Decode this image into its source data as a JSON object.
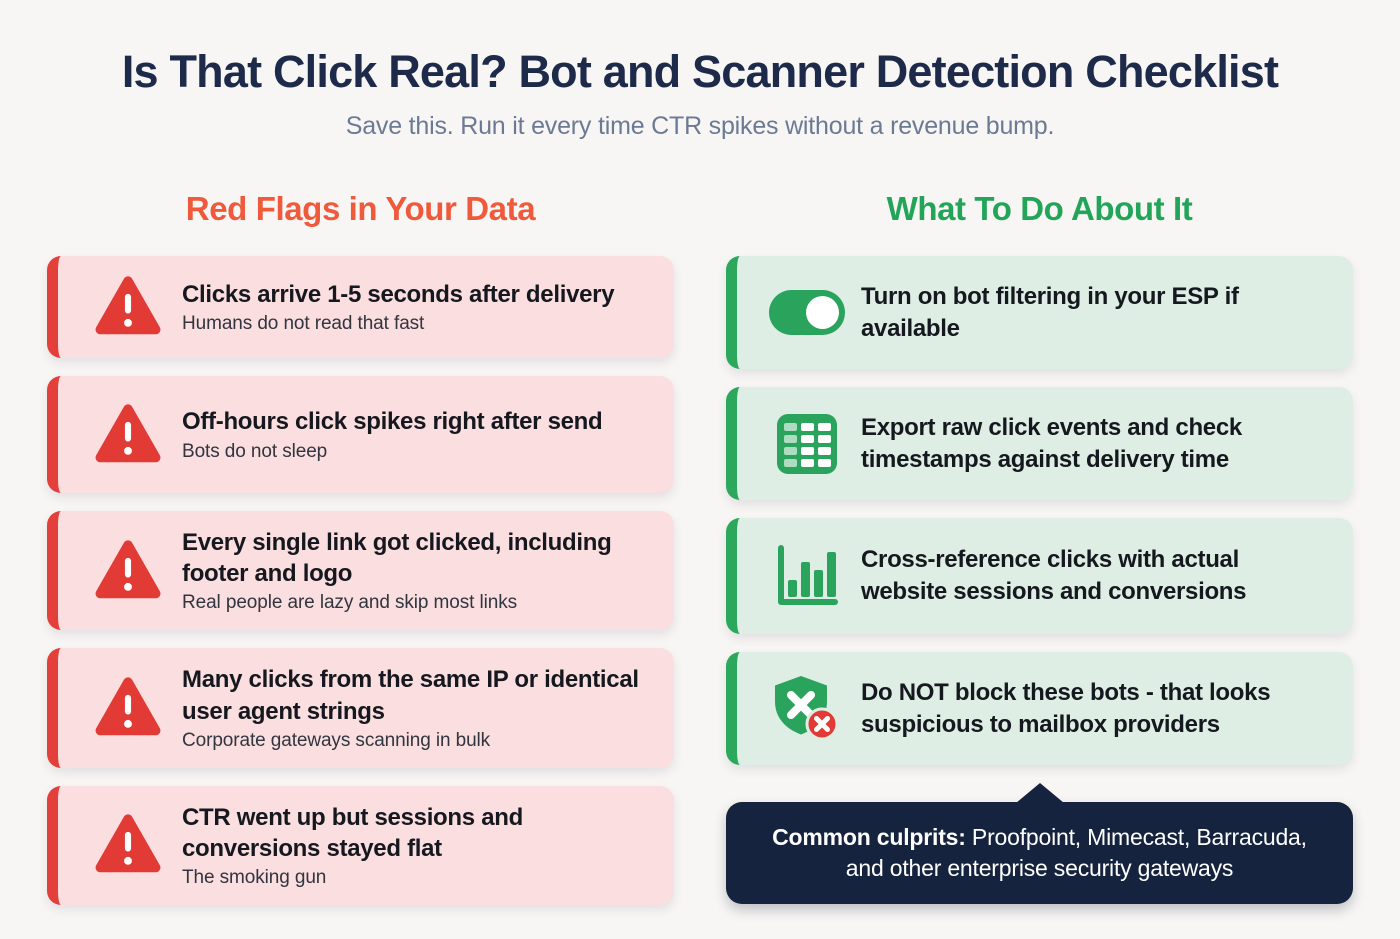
{
  "page": {
    "title": "Is That Click Real? Bot and Scanner Detection Checklist",
    "subtitle": "Save this. Run it every time CTR spikes without a revenue bump."
  },
  "colors": {
    "background": "#f8f6f4",
    "title_navy": "#1d2a4a",
    "subtitle_gray": "#6b7a94",
    "red_header": "#ef5a3c",
    "green_header": "#23a559",
    "red_card_bg": "#fadee0",
    "red_accent": "#e4403b",
    "warning_red": "#e23b35",
    "green_card_bg": "#deeee4",
    "green_accent": "#2ca85d",
    "icon_green": "#2aa45c",
    "tooltip_bg": "#16233e",
    "tooltip_text": "#ffffff"
  },
  "left_column": {
    "header": "Red Flags in Your Data",
    "items": [
      {
        "icon": "warning-triangle-icon",
        "title": "Clicks arrive 1-5 seconds after delivery",
        "subtitle": "Humans do not read that fast"
      },
      {
        "icon": "warning-triangle-icon",
        "title": "Off-hours click spikes right after send",
        "subtitle": "Bots do not sleep"
      },
      {
        "icon": "warning-triangle-icon",
        "title": "Every single link got clicked, including footer and logo",
        "subtitle": "Real people are lazy and skip most links"
      },
      {
        "icon": "warning-triangle-icon",
        "title": "Many clicks from the same IP or identical user agent strings",
        "subtitle": "Corporate gateways scanning in bulk"
      },
      {
        "icon": "warning-triangle-icon",
        "title": "CTR went up but sessions and conversions stayed flat",
        "subtitle": "The smoking gun"
      }
    ]
  },
  "right_column": {
    "header": "What To Do About It",
    "items": [
      {
        "icon": "toggle-on-icon",
        "text": "Turn on bot filtering in your ESP if available"
      },
      {
        "icon": "spreadsheet-icon",
        "text": "Export raw click events and check timestamps against delivery time"
      },
      {
        "icon": "bar-chart-icon",
        "text": "Cross-reference clicks with actual website sessions and conversions"
      },
      {
        "icon": "shield-block-icon",
        "text": "Do NOT block these bots - that looks suspicious to mailbox providers"
      }
    ],
    "tooltip": {
      "bold": "Common culprits:",
      "rest": " Proofpoint, Mimecast, Barracuda, and other enterprise security gateways"
    }
  }
}
